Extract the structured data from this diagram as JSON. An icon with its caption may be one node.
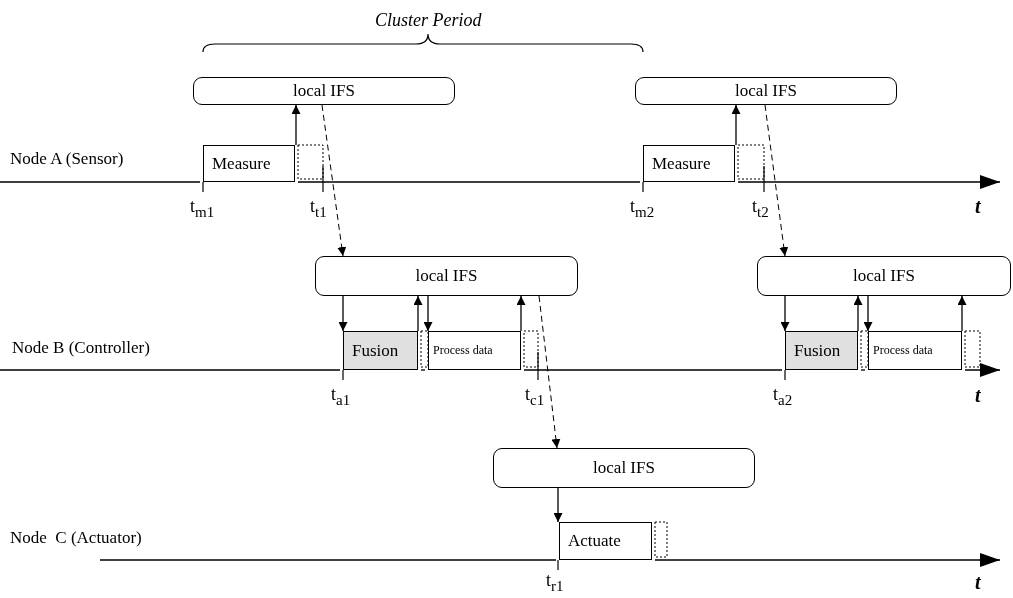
{
  "diagram": {
    "nodes": [
      {
        "text": [
          "local IFS"
        ]
      },
      {
        "text": [
          "Measure"
        ]
      },
      {
        "text": [
          "local IFS"
        ]
      },
      {
        "text": [
          "Measure"
        ]
      },
      {
        "text": [
          "local IFS"
        ]
      },
      {
        "text": [
          "Fusion"
        ]
      },
      {
        "text": [
          "Process data"
        ]
      },
      {
        "text": [
          "local IFS"
        ]
      },
      {
        "text": [
          "Fusion"
        ]
      },
      {
        "text": [
          "Process data"
        ]
      },
      {
        "text": [
          "local IFS"
        ]
      },
      {
        "text": [
          "Actuate"
        ]
      }
    ],
    "edges": [
      {
        "from": 1,
        "to": 0,
        "arrow": "to"
      },
      {
        "from": 0,
        "to": 4,
        "arrow": "to",
        "style": "dashed"
      },
      {
        "from": 4,
        "to": 5,
        "arrow": "to"
      },
      {
        "from": 5,
        "to": 4,
        "arrow": "to"
      },
      {
        "from": 4,
        "to": 6,
        "arrow": "to"
      },
      {
        "from": 6,
        "to": 4,
        "arrow": "to"
      },
      {
        "from": 4,
        "to": 10,
        "arrow": "to",
        "style": "dashed"
      },
      {
        "from": 10,
        "to": 11,
        "arrow": "to"
      },
      {
        "from": 3,
        "to": 2,
        "arrow": "to"
      },
      {
        "from": 2,
        "to": 7,
        "arrow": "to",
        "style": "dashed"
      },
      {
        "from": 7,
        "to": 8,
        "arrow": "to"
      },
      {
        "from": 8,
        "to": 7,
        "arrow": "to"
      },
      {
        "from": 7,
        "to": 9,
        "arrow": "to"
      },
      {
        "from": 9,
        "to": 7,
        "arrow": "to"
      }
    ],
    "labels": [
      "Cluster Period",
      "Node A (Sensor)",
      "t$_{m1}$",
      "t$_{t1}$",
      "t$_{m2}$",
      "t$_{t2}$",
      "t",
      "Node B (Controller)",
      "t$_{a1}$",
      "t$_{c1}$",
      "t$_{a2}$",
      "t",
      "Node  C (Actuator)",
      "t$_{r1}$",
      "t"
    ]
  }
}
